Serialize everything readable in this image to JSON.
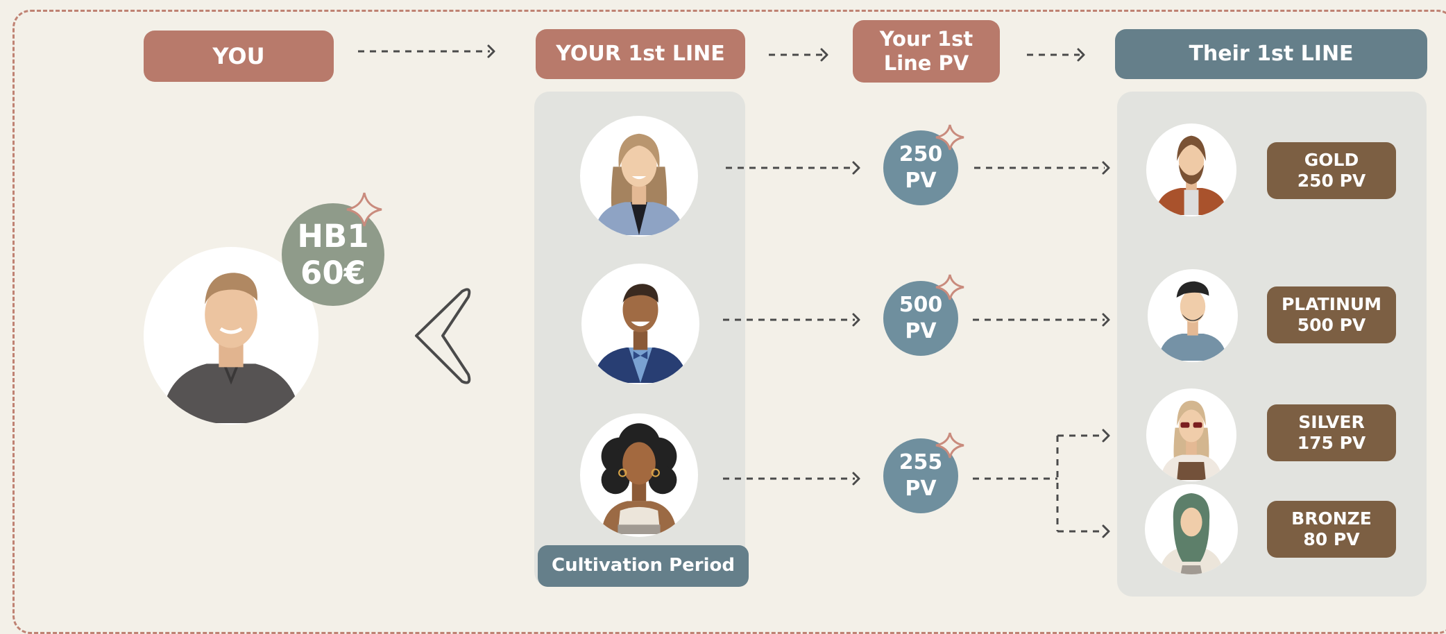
{
  "headers": {
    "you": "YOU",
    "your_first_line": "YOUR 1st LINE",
    "first_line_pv": "Your 1st\nLine PV",
    "their_first_line": "Their 1st LINE"
  },
  "you_badge": "HB1\n60€",
  "first_line_pv": [
    "250\nPV",
    "500\nPV",
    "255\nPV"
  ],
  "their_first_line": [
    "GOLD\n250 PV",
    "PLATINUM\n500 PV",
    "SILVER\n175 PV",
    "BRONZE\n80 PV"
  ],
  "cultivation_label": "Cultivation Period",
  "icons": [
    "sparkle-icon",
    "chevron-left-icon",
    "arrow-right-icon"
  ],
  "colors": {
    "background": "#f3f0e8",
    "terracotta": "#b87a6b",
    "slate": "#657f8a",
    "pv_circle": "#6f8f9e",
    "rank_badge": "#7c5f43",
    "hb_badge": "#8f9b8a",
    "panel": "#e2e3df"
  }
}
